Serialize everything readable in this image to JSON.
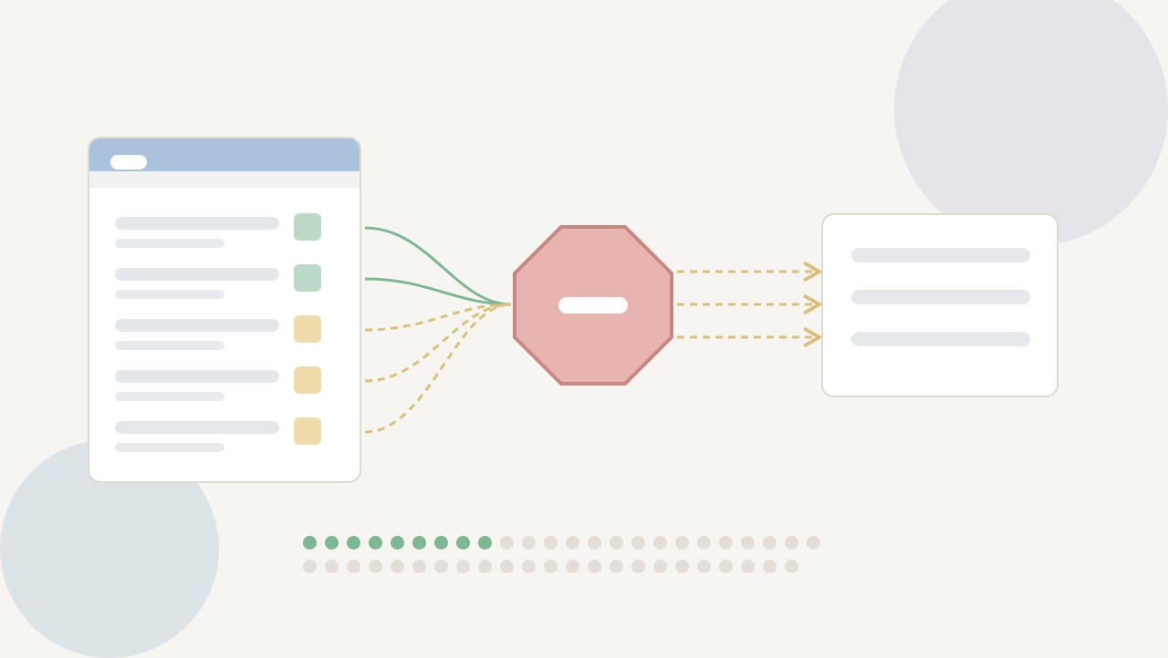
{
  "colors": {
    "background": "#f7f5f1",
    "pass": "#7db892",
    "pass_badge": "#bcdac8",
    "blocked": "#dcc07a",
    "blocked_badge": "#f0dcaa",
    "stop_fill": "#e8b4b0",
    "stop_stroke": "#c88882",
    "dot_inactive": "#e4ded6",
    "header": "#aac2dc"
  },
  "source_list": {
    "rows": [
      {
        "status": "pass"
      },
      {
        "status": "pass"
      },
      {
        "status": "blocked"
      },
      {
        "status": "blocked"
      },
      {
        "status": "blocked"
      }
    ]
  },
  "stop_sign": {
    "icon": "minus-icon"
  },
  "target_panel": {
    "line_count": 3
  },
  "progress_dots": {
    "row1": {
      "total": 24,
      "active": 9
    },
    "row2": {
      "total": 23,
      "active": 0
    }
  }
}
